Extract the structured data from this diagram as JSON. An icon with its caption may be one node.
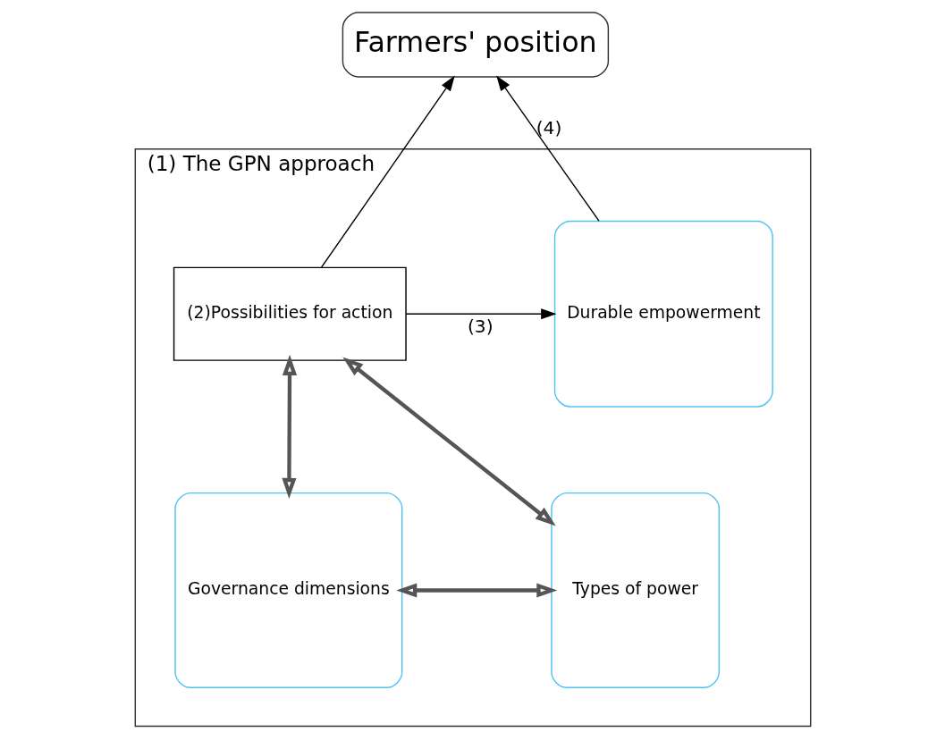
{
  "diagram": {
    "nodes": [
      {
        "text": [
          "Farmers' position"
        ]
      },
      {
        "text": [
          "(1) The GPN approach"
        ]
      },
      {
        "text": [
          "(2)Possibilities for action"
        ],
        "in": 1
      },
      {
        "text": [
          "Durable empowerment"
        ],
        "in": 1
      },
      {
        "text": [
          "Types of power"
        ],
        "in": 1
      },
      {
        "text": [
          "Governance dimensions"
        ],
        "in": 1
      }
    ],
    "edges": [
      {
        "from": 2,
        "to": 0,
        "arrow": "to"
      },
      {
        "from": 2,
        "to": 3,
        "arrow": "to",
        "label": "(3)"
      },
      {
        "from": 3,
        "to": 0,
        "arrow": "to",
        "label": "(4)"
      },
      {
        "from": 4,
        "to": 2,
        "arrow": "both",
        "style": "thick"
      },
      {
        "from": 5,
        "to": 2,
        "arrow": "both",
        "style": "thick"
      },
      {
        "from": 4,
        "to": 5,
        "arrow": "both",
        "style": "thick"
      }
    ]
  }
}
